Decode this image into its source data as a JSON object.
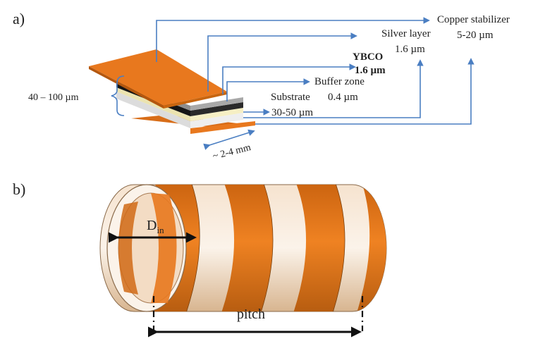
{
  "panel_a": {
    "label": "a)",
    "thickness_label": "40 – 100 µm",
    "width_label": "~ 2-4 mm",
    "layers": {
      "copper": {
        "name": "Copper stabilizer",
        "value": "5-20  µm"
      },
      "silver": {
        "name": "Silver layer",
        "value": "1.6 µm"
      },
      "ybco": {
        "name": "YBCO",
        "value": "1.6 µm"
      },
      "buffer": {
        "name": "Buffer zone",
        "value": "0.4 µm"
      },
      "substrate": {
        "name": "Substrate",
        "value": "30-50 µm"
      }
    }
  },
  "panel_b": {
    "label": "b)",
    "diameter_main": "D",
    "diameter_sub": "in",
    "pitch_label": "pitch"
  },
  "colors": {
    "arrow": "#4a7ec2",
    "copper": "#e8781e",
    "copper_dark": "#b4570e",
    "silver": "#8a8a8a",
    "ybco": "#1a1a1a",
    "buffer": "#f2ecc0",
    "substrate": "#dcdcdc"
  }
}
